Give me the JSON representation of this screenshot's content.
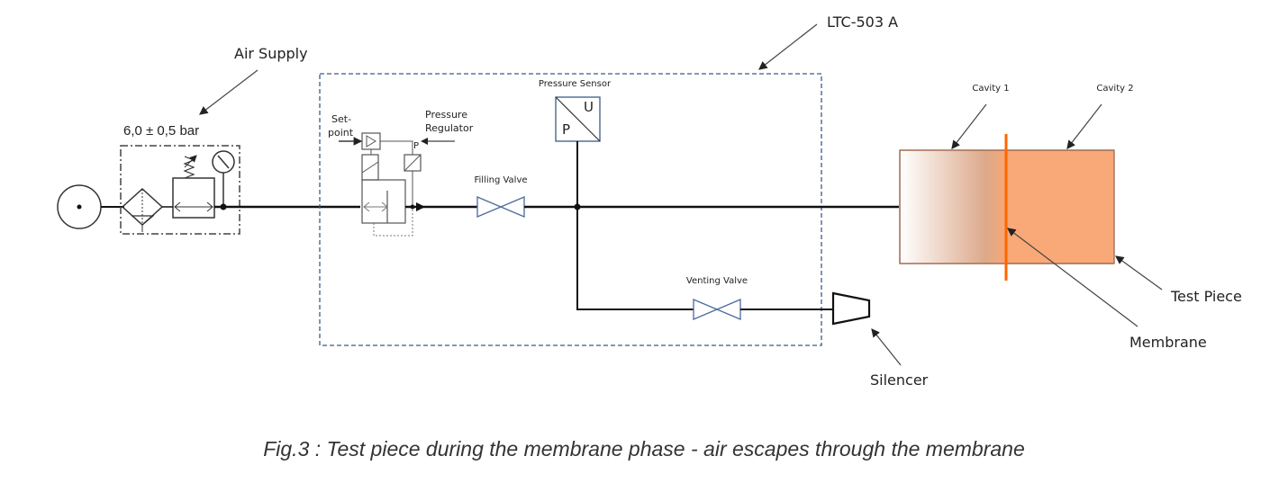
{
  "diagram": {
    "labels": {
      "air_supply": "Air Supply",
      "pressure_spec": "6,0  ± 0,5 bar",
      "instrument": "LTC-503 A",
      "setpoint_line1": "Set-",
      "setpoint_line2": "point",
      "pressure_regulator_line1": "Pressure",
      "pressure_regulator_line2": "Regulator",
      "pressure_sensor": "Pressure Sensor",
      "sensor_p": "P",
      "sensor_u": "U",
      "regulator_p": "P",
      "filling_valve": "Filling Valve",
      "venting_valve": "Venting Valve",
      "silencer": "Silencer",
      "cavity1": "Cavity 1",
      "cavity2": "Cavity 2",
      "test_piece": "Test Piece",
      "membrane": "Membrane"
    },
    "colors": {
      "line": "#111111",
      "instrument_border": "#3b5a8a",
      "valve": "#4a6a9a",
      "test_piece_fill": "#f9a877",
      "test_piece_border": "#9a6a50",
      "membrane": "#ff6600"
    },
    "caption": "Fig.3 : Test piece during the membrane phase - air escapes through the membrane"
  }
}
